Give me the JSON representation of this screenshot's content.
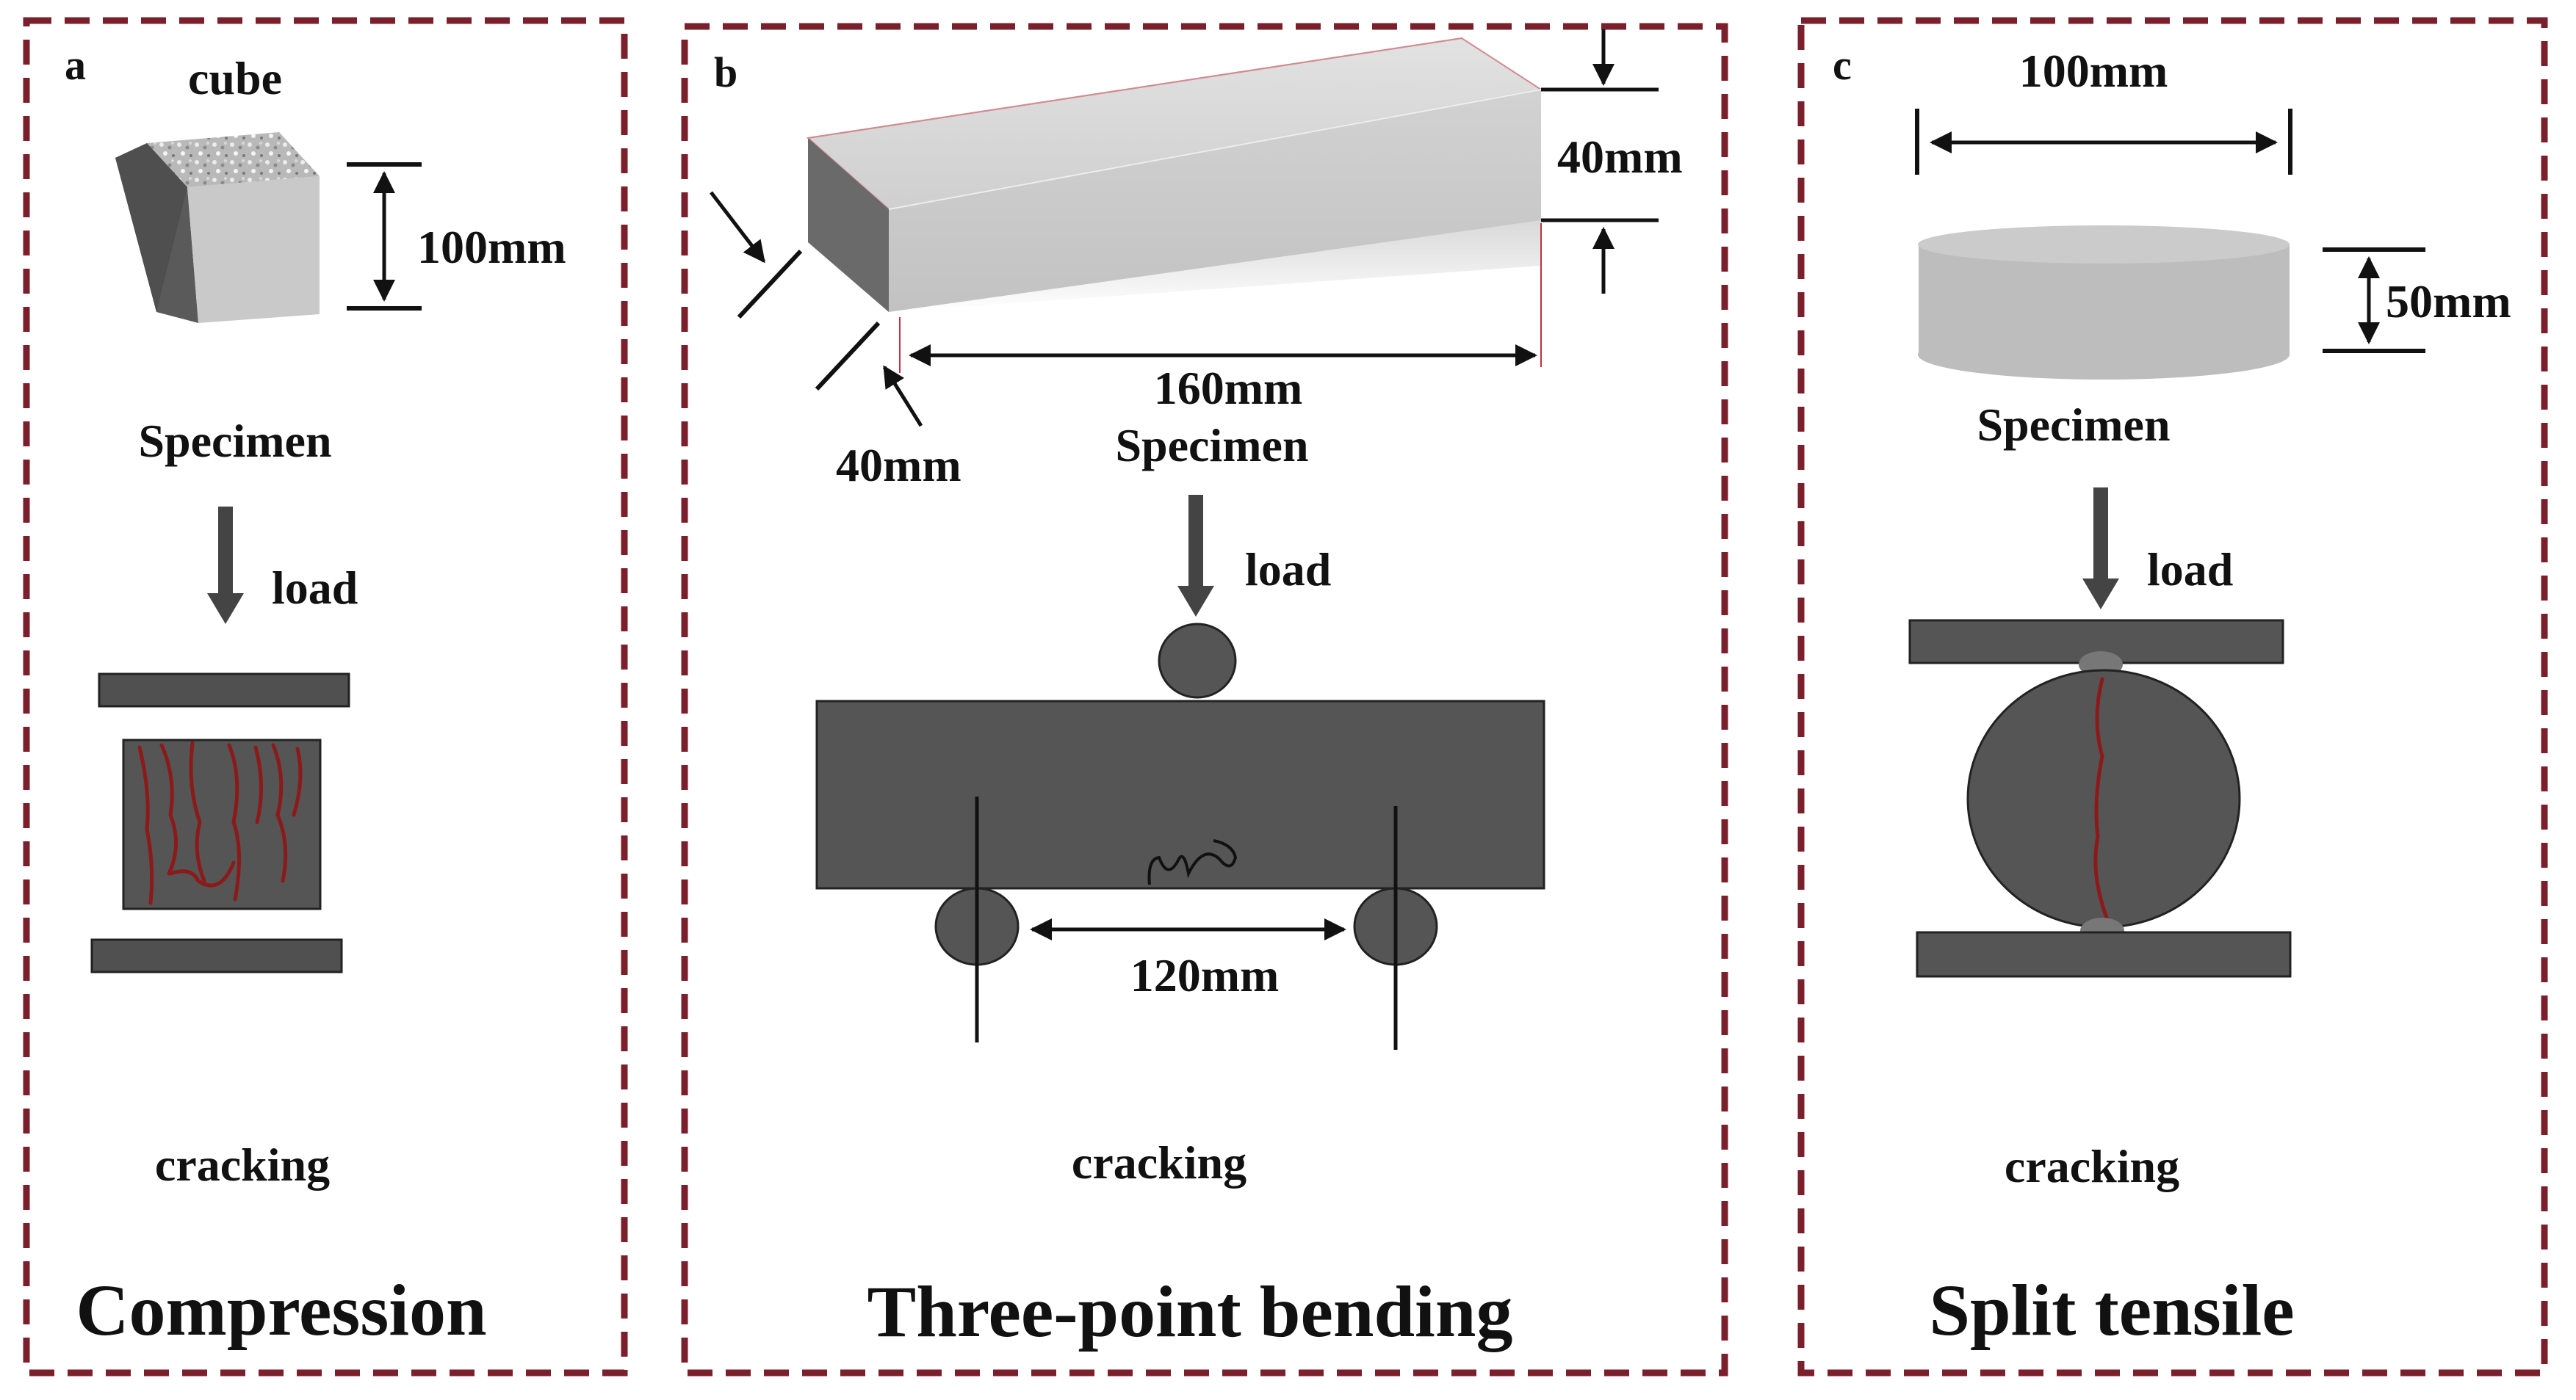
{
  "panels": {
    "a": {
      "letter": "a",
      "cube_label": "cube",
      "dimension": "100mm",
      "specimen_label": "Specimen",
      "load_label": "load",
      "cracking_label": "cracking",
      "title": "Compression"
    },
    "b": {
      "letter": "b",
      "height_dim": "40mm",
      "width_dim": "40mm",
      "length_dim": "160mm",
      "specimen_label": "Specimen",
      "load_label": "load",
      "span_dim": "120mm",
      "cracking_label": "cracking",
      "title": "Three-point bending"
    },
    "c": {
      "letter": "c",
      "diameter_dim": "100mm",
      "thickness_dim": "50mm",
      "specimen_label": "Specimen",
      "load_label": "load",
      "cracking_label": "cracking",
      "title": "Split tensile"
    }
  },
  "colors": {
    "frame": "#7a1f2b",
    "specimen_dark": "#555555",
    "specimen_light": "#c8c8c8",
    "crack": "#8b1a1a",
    "ink": "#111111"
  },
  "icons": [
    "load-arrow-icon",
    "dimension-arrow-icon"
  ]
}
